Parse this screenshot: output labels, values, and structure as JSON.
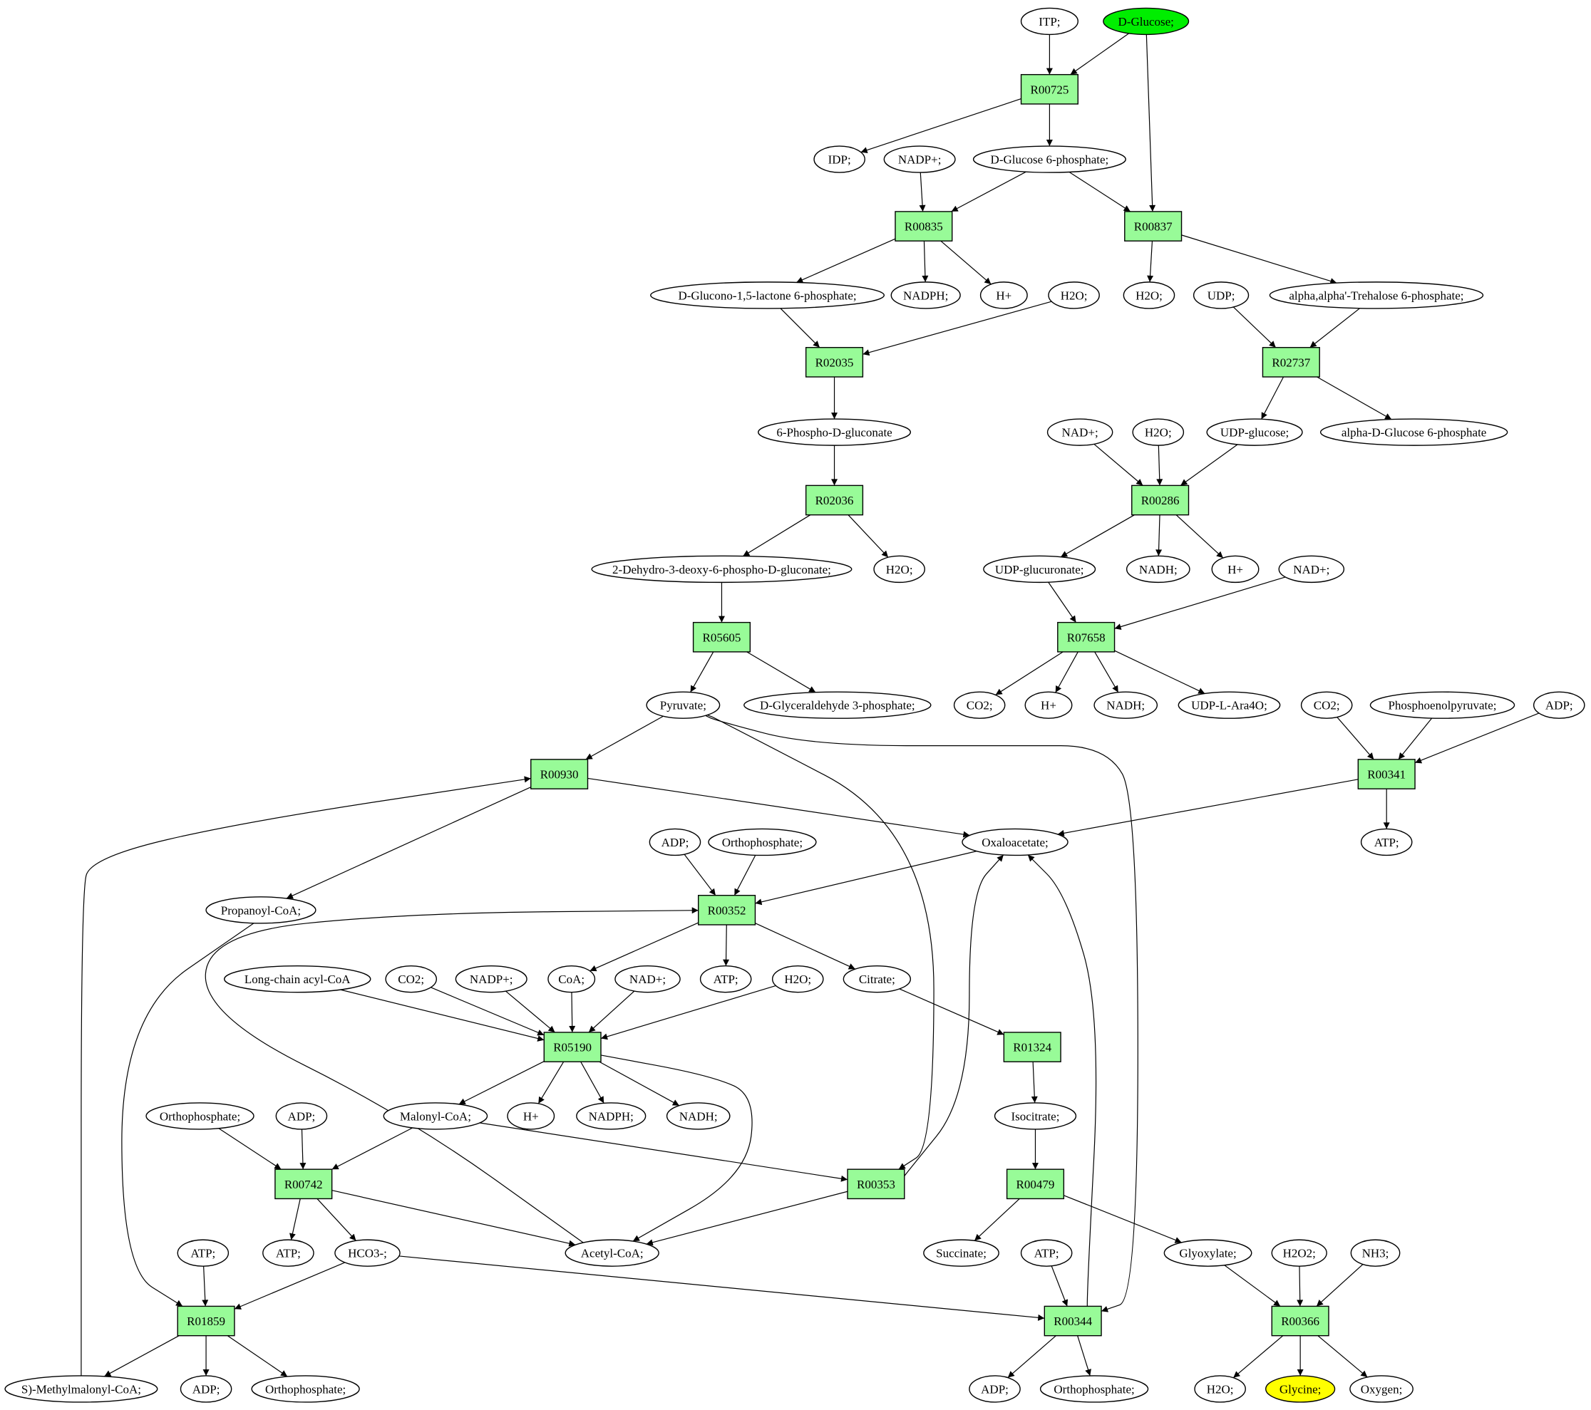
{
  "colors": {
    "background": "#ffffff",
    "reaction_fill": "#98fb98",
    "compound_fill": "#ffffff",
    "start_compound_fill": "#00ee00",
    "target_compound_fill": "#ffff00",
    "stroke": "#000000"
  },
  "nodes": [
    {
      "id": "itp",
      "label": "ITP;",
      "kind": "compound"
    },
    {
      "id": "dglucose",
      "label": "D-Glucose;",
      "kind": "compound",
      "highlight": "start"
    },
    {
      "id": "R00725",
      "label": "R00725",
      "kind": "reaction"
    },
    {
      "id": "idp",
      "label": "IDP;",
      "kind": "compound"
    },
    {
      "id": "nadp1",
      "label": "NADP+;",
      "kind": "compound"
    },
    {
      "id": "g6p",
      "label": "D-Glucose 6-phosphate;",
      "kind": "compound"
    },
    {
      "id": "R00835",
      "label": "R00835",
      "kind": "reaction"
    },
    {
      "id": "R00837",
      "label": "R00837",
      "kind": "reaction"
    },
    {
      "id": "glucono",
      "label": "D-Glucono-1,5-lactone 6-phosphate;",
      "kind": "compound"
    },
    {
      "id": "nadph1",
      "label": "NADPH;",
      "kind": "compound"
    },
    {
      "id": "hplus1",
      "label": "H+",
      "kind": "compound"
    },
    {
      "id": "h2o1",
      "label": "H2O;",
      "kind": "compound"
    },
    {
      "id": "h2o2",
      "label": "H2O;",
      "kind": "compound"
    },
    {
      "id": "udp",
      "label": "UDP;",
      "kind": "compound"
    },
    {
      "id": "trehalose",
      "label": "alpha,alpha'-Trehalose 6-phosphate;",
      "kind": "compound"
    },
    {
      "id": "R02035",
      "label": "R02035",
      "kind": "reaction"
    },
    {
      "id": "R02737",
      "label": "R02737",
      "kind": "reaction"
    },
    {
      "id": "phosphogluconate",
      "label": "6-Phospho-D-gluconate",
      "kind": "compound"
    },
    {
      "id": "nad1",
      "label": "NAD+;",
      "kind": "compound"
    },
    {
      "id": "h2o3",
      "label": "H2O;",
      "kind": "compound"
    },
    {
      "id": "udpglucose",
      "label": "UDP-glucose;",
      "kind": "compound"
    },
    {
      "id": "aglc6p",
      "label": "alpha-D-Glucose 6-phosphate",
      "kind": "compound"
    },
    {
      "id": "R02036",
      "label": "R02036",
      "kind": "reaction"
    },
    {
      "id": "R00286",
      "label": "R00286",
      "kind": "reaction"
    },
    {
      "id": "kdpg",
      "label": "2-Dehydro-3-deoxy-6-phospho-D-gluconate;",
      "kind": "compound"
    },
    {
      "id": "h2o4",
      "label": "H2O;",
      "kind": "compound"
    },
    {
      "id": "udpglucuronate",
      "label": "UDP-glucuronate;",
      "kind": "compound"
    },
    {
      "id": "nadh1",
      "label": "NADH;",
      "kind": "compound"
    },
    {
      "id": "hplus2",
      "label": "H+",
      "kind": "compound"
    },
    {
      "id": "nad2",
      "label": "NAD+;",
      "kind": "compound"
    },
    {
      "id": "R05605",
      "label": "R05605",
      "kind": "reaction"
    },
    {
      "id": "R07658",
      "label": "R07658",
      "kind": "reaction"
    },
    {
      "id": "pyruvate",
      "label": "Pyruvate;",
      "kind": "compound"
    },
    {
      "id": "g3p",
      "label": "D-Glyceraldehyde 3-phosphate;",
      "kind": "compound"
    },
    {
      "id": "co2a",
      "label": "CO2;",
      "kind": "compound"
    },
    {
      "id": "hplus3",
      "label": "H+",
      "kind": "compound"
    },
    {
      "id": "nadh2",
      "label": "NADH;",
      "kind": "compound"
    },
    {
      "id": "udpara",
      "label": "UDP-L-Ara4O;",
      "kind": "compound"
    },
    {
      "id": "co2b",
      "label": "CO2;",
      "kind": "compound"
    },
    {
      "id": "pep",
      "label": "Phosphoenolpyruvate;",
      "kind": "compound"
    },
    {
      "id": "adp1",
      "label": "ADP;",
      "kind": "compound"
    },
    {
      "id": "R00930",
      "label": "R00930",
      "kind": "reaction"
    },
    {
      "id": "R00341",
      "label": "R00341",
      "kind": "reaction"
    },
    {
      "id": "oxaloacetate",
      "label": "Oxaloacetate;",
      "kind": "compound"
    },
    {
      "id": "atp1",
      "label": "ATP;",
      "kind": "compound"
    },
    {
      "id": "adp2",
      "label": "ADP;",
      "kind": "compound"
    },
    {
      "id": "orthophosphate1",
      "label": "Orthophosphate;",
      "kind": "compound"
    },
    {
      "id": "propanoylcoa",
      "label": "Propanoyl-CoA;",
      "kind": "compound"
    },
    {
      "id": "R00352",
      "label": "R00352",
      "kind": "reaction"
    },
    {
      "id": "longchain",
      "label": "Long-chain acyl-CoA",
      "kind": "compound"
    },
    {
      "id": "co2c",
      "label": "CO2;",
      "kind": "compound"
    },
    {
      "id": "nadp2",
      "label": "NADP+;",
      "kind": "compound"
    },
    {
      "id": "coa",
      "label": "CoA;",
      "kind": "compound"
    },
    {
      "id": "nad3",
      "label": "NAD+;",
      "kind": "compound"
    },
    {
      "id": "atp2",
      "label": "ATP;",
      "kind": "compound"
    },
    {
      "id": "h2o5",
      "label": "H2O;",
      "kind": "compound"
    },
    {
      "id": "citrate",
      "label": "Citrate;",
      "kind": "compound"
    },
    {
      "id": "R05190",
      "label": "R05190",
      "kind": "reaction"
    },
    {
      "id": "R01324",
      "label": "R01324",
      "kind": "reaction"
    },
    {
      "id": "orthophosphate2",
      "label": "Orthophosphate;",
      "kind": "compound"
    },
    {
      "id": "adp3",
      "label": "ADP;",
      "kind": "compound"
    },
    {
      "id": "malonylcoa",
      "label": "Malonyl-CoA;",
      "kind": "compound"
    },
    {
      "id": "hplus4",
      "label": "H+",
      "kind": "compound"
    },
    {
      "id": "nadph2",
      "label": "NADPH;",
      "kind": "compound"
    },
    {
      "id": "nadh3",
      "label": "NADH;",
      "kind": "compound"
    },
    {
      "id": "isocitrate",
      "label": "Isocitrate;",
      "kind": "compound"
    },
    {
      "id": "R00742",
      "label": "R00742",
      "kind": "reaction"
    },
    {
      "id": "R00353",
      "label": "R00353",
      "kind": "reaction"
    },
    {
      "id": "R00479",
      "label": "R00479",
      "kind": "reaction"
    },
    {
      "id": "atp3",
      "label": "ATP;",
      "kind": "compound"
    },
    {
      "id": "atp4",
      "label": "ATP;",
      "kind": "compound"
    },
    {
      "id": "hco3",
      "label": "HCO3-;",
      "kind": "compound"
    },
    {
      "id": "acetylcoa",
      "label": "Acetyl-CoA;",
      "kind": "compound"
    },
    {
      "id": "succinate",
      "label": "Succinate;",
      "kind": "compound"
    },
    {
      "id": "atp5",
      "label": "ATP;",
      "kind": "compound"
    },
    {
      "id": "glyoxylate",
      "label": "Glyoxylate;",
      "kind": "compound"
    },
    {
      "id": "h2o2b",
      "label": "H2O2;",
      "kind": "compound"
    },
    {
      "id": "nh3",
      "label": "NH3;",
      "kind": "compound"
    },
    {
      "id": "R01859",
      "label": "R01859",
      "kind": "reaction"
    },
    {
      "id": "R00344",
      "label": "R00344",
      "kind": "reaction"
    },
    {
      "id": "R00366",
      "label": "R00366",
      "kind": "reaction"
    },
    {
      "id": "methylmalonyl",
      "label": "S)-Methylmalonyl-CoA;",
      "kind": "compound"
    },
    {
      "id": "adp4",
      "label": "ADP;",
      "kind": "compound"
    },
    {
      "id": "orthophosphate3",
      "label": "Orthophosphate;",
      "kind": "compound"
    },
    {
      "id": "adp5",
      "label": "ADP;",
      "kind": "compound"
    },
    {
      "id": "orthophosphate4",
      "label": "Orthophosphate;",
      "kind": "compound"
    },
    {
      "id": "h2o6",
      "label": "H2O;",
      "kind": "compound"
    },
    {
      "id": "glycine",
      "label": "Glycine;",
      "kind": "compound",
      "highlight": "target"
    },
    {
      "id": "oxygen",
      "label": "Oxygen;",
      "kind": "compound"
    }
  ],
  "edges": [
    [
      "itp",
      "R00725"
    ],
    [
      "dglucose",
      "R00725"
    ],
    [
      "dglucose",
      "R00837"
    ],
    [
      "R00725",
      "idp"
    ],
    [
      "R00725",
      "g6p"
    ],
    [
      "nadp1",
      "R00835"
    ],
    [
      "g6p",
      "R00835"
    ],
    [
      "g6p",
      "R00837"
    ],
    [
      "R00835",
      "glucono"
    ],
    [
      "R00835",
      "nadph1"
    ],
    [
      "R00835",
      "hplus1"
    ],
    [
      "R00837",
      "h2o2"
    ],
    [
      "R00837",
      "trehalose"
    ],
    [
      "glucono",
      "R02035"
    ],
    [
      "h2o1",
      "R02035"
    ],
    [
      "udp",
      "R02737"
    ],
    [
      "trehalose",
      "R02737"
    ],
    [
      "R02035",
      "phosphogluconate"
    ],
    [
      "R02737",
      "udpglucose"
    ],
    [
      "R02737",
      "aglc6p"
    ],
    [
      "phosphogluconate",
      "R02036"
    ],
    [
      "nad1",
      "R00286"
    ],
    [
      "h2o3",
      "R00286"
    ],
    [
      "udpglucose",
      "R00286"
    ],
    [
      "R02036",
      "kdpg"
    ],
    [
      "R02036",
      "h2o4"
    ],
    [
      "R00286",
      "udpglucuronate"
    ],
    [
      "R00286",
      "nadh1"
    ],
    [
      "R00286",
      "hplus2"
    ],
    [
      "kdpg",
      "R05605"
    ],
    [
      "udpglucuronate",
      "R07658"
    ],
    [
      "nad2",
      "R07658"
    ],
    [
      "R05605",
      "pyruvate"
    ],
    [
      "R05605",
      "g3p"
    ],
    [
      "R07658",
      "co2a"
    ],
    [
      "R07658",
      "hplus3"
    ],
    [
      "R07658",
      "nadh2"
    ],
    [
      "R07658",
      "udpara"
    ],
    [
      "co2b",
      "R00341"
    ],
    [
      "pep",
      "R00341"
    ],
    [
      "adp1",
      "R00341"
    ],
    [
      "pyruvate",
      "R00930"
    ],
    [
      "pyruvate",
      "R00353"
    ],
    [
      "pyruvate",
      "R00344"
    ],
    [
      "R00930",
      "oxaloacetate"
    ],
    [
      "R00930",
      "propanoylcoa"
    ],
    [
      "R00341",
      "oxaloacetate"
    ],
    [
      "R00341",
      "atp1"
    ],
    [
      "adp2",
      "R00352"
    ],
    [
      "orthophosphate1",
      "R00352"
    ],
    [
      "oxaloacetate",
      "R00352"
    ],
    [
      "acetylcoa",
      "R00352"
    ],
    [
      "R00352",
      "coa"
    ],
    [
      "R00352",
      "atp2"
    ],
    [
      "R00352",
      "citrate"
    ],
    [
      "longchain",
      "R05190"
    ],
    [
      "co2c",
      "R05190"
    ],
    [
      "nadp2",
      "R05190"
    ],
    [
      "coa",
      "R05190"
    ],
    [
      "nad3",
      "R05190"
    ],
    [
      "h2o5",
      "R05190"
    ],
    [
      "citrate",
      "R01324"
    ],
    [
      "R05190",
      "malonylcoa"
    ],
    [
      "R05190",
      "hplus4"
    ],
    [
      "R05190",
      "nadph2"
    ],
    [
      "R05190",
      "nadh3"
    ],
    [
      "R05190",
      "acetylcoa"
    ],
    [
      "R01324",
      "isocitrate"
    ],
    [
      "orthophosphate2",
      "R00742"
    ],
    [
      "adp3",
      "R00742"
    ],
    [
      "malonylcoa",
      "R00742"
    ],
    [
      "malonylcoa",
      "R00353"
    ],
    [
      "isocitrate",
      "R00479"
    ],
    [
      "R00742",
      "atp4"
    ],
    [
      "R00742",
      "hco3"
    ],
    [
      "R00742",
      "acetylcoa"
    ],
    [
      "R00353",
      "acetylcoa"
    ],
    [
      "R00353",
      "oxaloacetate"
    ],
    [
      "R00479",
      "succinate"
    ],
    [
      "R00479",
      "glyoxylate"
    ],
    [
      "atp3",
      "R01859"
    ],
    [
      "hco3",
      "R01859"
    ],
    [
      "propanoylcoa",
      "R01859"
    ],
    [
      "atp5",
      "R00344"
    ],
    [
      "hco3",
      "R00344"
    ],
    [
      "R00344",
      "oxaloacetate"
    ],
    [
      "glyoxylate",
      "R00366"
    ],
    [
      "h2o2b",
      "R00366"
    ],
    [
      "nh3",
      "R00366"
    ],
    [
      "R01859",
      "methylmalonyl"
    ],
    [
      "R01859",
      "adp4"
    ],
    [
      "R01859",
      "orthophosphate3"
    ],
    [
      "methylmalonyl",
      "R00930"
    ],
    [
      "R00344",
      "adp5"
    ],
    [
      "R00344",
      "orthophosphate4"
    ],
    [
      "R00366",
      "h2o6"
    ],
    [
      "R00366",
      "glycine"
    ],
    [
      "R00366",
      "oxygen"
    ]
  ]
}
